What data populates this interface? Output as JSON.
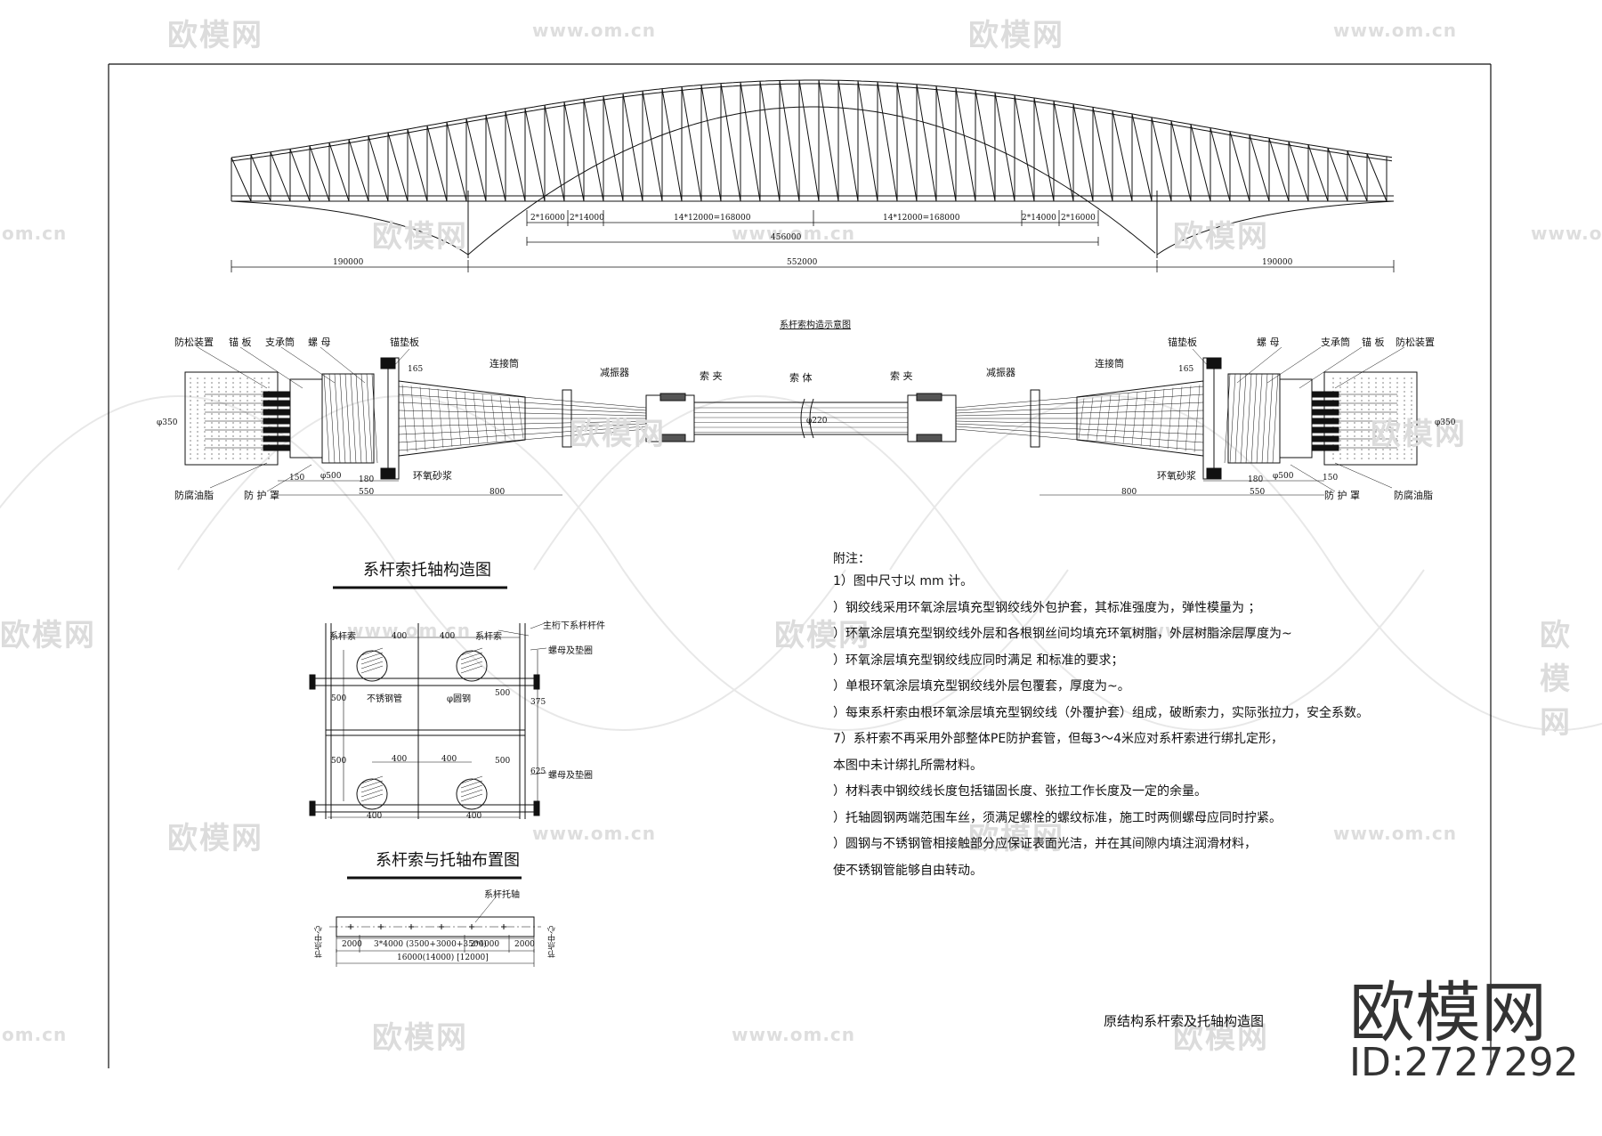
{
  "watermark": {
    "site": "欧模网",
    "url": "www.om.cn",
    "url_short": "om.cn"
  },
  "brand": {
    "name": "欧模网",
    "id": "ID:2727292"
  },
  "elevation": {
    "dims_top": [
      "2*16000",
      "2*14000",
      "14*12000=168000",
      "14*12000=168000",
      "2*14000",
      "2*16000"
    ],
    "dim_mid": "456000",
    "dims_bottom": [
      "190000",
      "552000",
      "190000"
    ]
  },
  "cable_detail": {
    "title": "系杆索构造示意图",
    "labels_left": [
      "防松装置",
      "锚 板",
      "支承筒",
      "螺 母",
      "锚垫板",
      "连接筒",
      "减振器",
      "索 夹"
    ],
    "labels_right": [
      "索 夹",
      "减振器",
      "连接筒",
      "锚垫板",
      "螺 母",
      "支承筒",
      "锚 板",
      "防松装置"
    ],
    "label_center": "索 体",
    "labels_bottom_left": [
      "防腐油脂",
      "防 护 罩",
      "环氧砂浆"
    ],
    "labels_bottom_right": [
      "环氧砂浆",
      "防 护 罩",
      "防腐油脂"
    ],
    "dims_left": [
      "150",
      "180",
      "550",
      "800",
      "φ500",
      "φ350",
      "165"
    ],
    "dims_right": [
      "800",
      "180",
      "550",
      "150",
      "φ500",
      "φ350",
      "165"
    ],
    "dim_center": "φ220"
  },
  "axle_detail": {
    "title": "系杆索托轴构造图",
    "labels": [
      "系杆索",
      "系杆索",
      "主桁下系杆杆件",
      "螺母及垫圈",
      "不锈钢管",
      "φ圆钢",
      "螺母及垫圈"
    ],
    "dims": [
      "400",
      "400",
      "500",
      "500",
      "375",
      "500",
      "500",
      "625",
      "400",
      "400",
      "400",
      "400"
    ]
  },
  "layout_detail": {
    "title": "系杆索与托轴布置图",
    "label": "系杆托轴",
    "side_labels": [
      "节点中心",
      "节点中心"
    ],
    "dims": [
      "2000",
      "3*4000 (3500+3000+3500)",
      "2*4000",
      "2000"
    ],
    "total": "16000(14000) [12000]"
  },
  "notes": {
    "heading": "附注：",
    "lines": [
      "1）图中尺寸以 mm 计。",
      "）钢绞线采用环氧涂层填充型钢绞线外包护套，其标准强度为，弹性模量为   ；",
      "）环氧涂层填充型钢绞线外层和各根钢丝间均填充环氧树脂，外层树脂涂层厚度为~",
      "）环氧涂层填充型钢绞线应同时满足  和标准的要求；",
      "）单根环氧涂层填充型钢绞线外层包覆套，厚度为~。",
      "）每束系杆索由根环氧涂层填充型钢绞线（外覆护套）组成，破断索力，实际张拉力，安全系数。",
      "7）系杆索不再采用外部整体PE防护套管，但每3～4米应对系杆索进行绑扎定形，",
      "   本图中未计绑扎所需材料。",
      "）材料表中钢绞线长度包括锚固长度、张拉工作长度及一定的余量。",
      "）托轴圆钢两端范围车丝，须满足螺栓的螺纹标准，施工时两侧螺母应同时拧紧。",
      "）圆钢与不锈钢管相接触部分应保证表面光洁，并在其间隙内填注润滑材料，",
      "   使不锈钢管能够自由转动。"
    ]
  },
  "drawing_title": "原结构系杆索及托轴构造图",
  "colors": {
    "line": "#111111",
    "watermark": "#dcdcdc"
  }
}
